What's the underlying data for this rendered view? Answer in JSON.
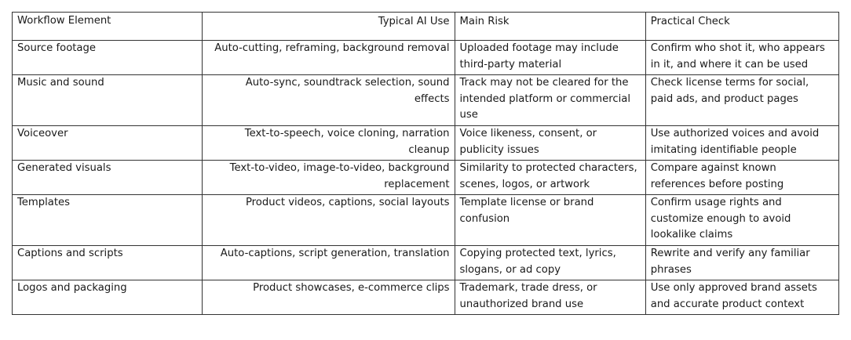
{
  "table": {
    "headers": [
      "Workflow Element",
      "Typical AI Use",
      "Main Risk",
      "Practical Check"
    ],
    "rows": [
      [
        "Source footage",
        "Auto-cutting, reframing, background removal",
        "Uploaded footage may include third-party material",
        "Confirm who shot it, who appears in it, and where it can be used"
      ],
      [
        "Music and sound",
        "Auto-sync, soundtrack selection, sound effects",
        "Track may not be cleared for the intended platform or commercial use",
        "Check license terms for social, paid ads, and product pages"
      ],
      [
        "Voiceover",
        "Text-to-speech, voice cloning, narration cleanup",
        "Voice likeness, consent, or publicity issues",
        "Use authorized voices and avoid imitating identifiable people"
      ],
      [
        "Generated visuals",
        "Text-to-video, image-to-video, background replacement",
        "Similarity to protected characters, scenes, logos, or artwork",
        "Compare against known references before posting"
      ],
      [
        "Templates",
        "Product videos, captions, social layouts",
        "Template license or brand confusion",
        "Confirm usage rights and customize enough to avoid lookalike claims"
      ],
      [
        "Captions and scripts",
        "Auto-captions, script generation, translation",
        "Copying protected text, lyrics, slogans, or ad copy",
        "Rewrite and verify any familiar phrases"
      ],
      [
        "Logos and packaging",
        "Product showcases, e-commerce clips",
        "Trademark, trade dress, or unauthorized brand use",
        "Use only approved brand assets and accurate product context"
      ]
    ]
  }
}
